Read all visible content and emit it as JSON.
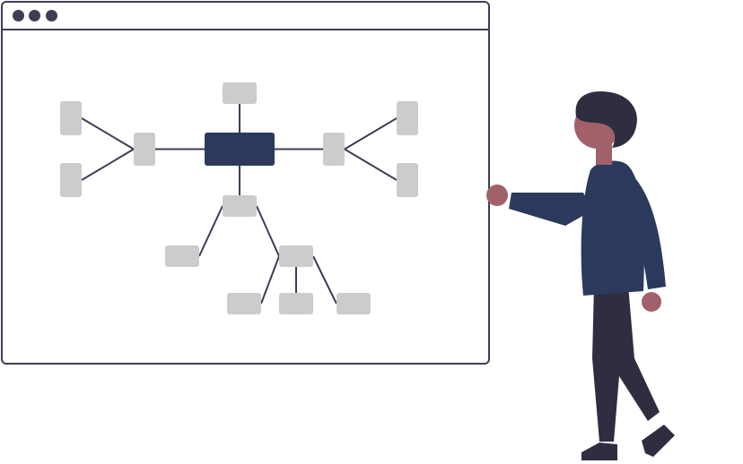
{
  "window": {
    "title_dots": [
      {
        "name": "window-dot-close",
        "color": "#3f3d56"
      },
      {
        "name": "window-dot-minimize",
        "color": "#3f3d56"
      },
      {
        "name": "window-dot-maximize",
        "color": "#3f3d56"
      }
    ]
  },
  "diagram": {
    "description_note": "",
    "colors": {
      "central_node": "#2b3a5c",
      "node": "#cccccc",
      "connector": "#3f3d56"
    },
    "nodes": [
      {
        "id": "center",
        "kind": "central",
        "label": ""
      },
      {
        "id": "top",
        "kind": "child",
        "label": ""
      },
      {
        "id": "left-hub",
        "kind": "child",
        "label": ""
      },
      {
        "id": "left-leaf-1",
        "kind": "leaf",
        "label": ""
      },
      {
        "id": "left-leaf-2",
        "kind": "leaf",
        "label": ""
      },
      {
        "id": "right-hub",
        "kind": "child",
        "label": ""
      },
      {
        "id": "right-leaf-1",
        "kind": "leaf",
        "label": ""
      },
      {
        "id": "right-leaf-2",
        "kind": "leaf",
        "label": ""
      },
      {
        "id": "bottom-hub",
        "kind": "child",
        "label": ""
      },
      {
        "id": "bottom-left-leaf",
        "kind": "leaf",
        "label": ""
      },
      {
        "id": "bottom-sub-hub",
        "kind": "child",
        "label": ""
      },
      {
        "id": "bottom-sub-leaf-1",
        "kind": "leaf",
        "label": ""
      },
      {
        "id": "bottom-sub-leaf-2",
        "kind": "leaf",
        "label": ""
      },
      {
        "id": "bottom-sub-leaf-3",
        "kind": "leaf",
        "label": ""
      }
    ],
    "edges": [
      [
        "center",
        "top"
      ],
      [
        "center",
        "left-hub"
      ],
      [
        "center",
        "right-hub"
      ],
      [
        "center",
        "bottom-hub"
      ],
      [
        "left-hub",
        "left-leaf-1"
      ],
      [
        "left-hub",
        "left-leaf-2"
      ],
      [
        "right-hub",
        "right-leaf-1"
      ],
      [
        "right-hub",
        "right-leaf-2"
      ],
      [
        "bottom-hub",
        "bottom-left-leaf"
      ],
      [
        "bottom-hub",
        "bottom-sub-hub"
      ],
      [
        "bottom-sub-hub",
        "bottom-sub-leaf-1"
      ],
      [
        "bottom-sub-hub",
        "bottom-sub-leaf-2"
      ],
      [
        "bottom-sub-hub",
        "bottom-sub-leaf-3"
      ]
    ]
  },
  "person": {
    "colors": {
      "skin": "#a0616a",
      "hair": "#2f2e41",
      "shirt": "#2b3a5c",
      "pants": "#2f2e41",
      "shoes": "#2f2e41"
    }
  }
}
